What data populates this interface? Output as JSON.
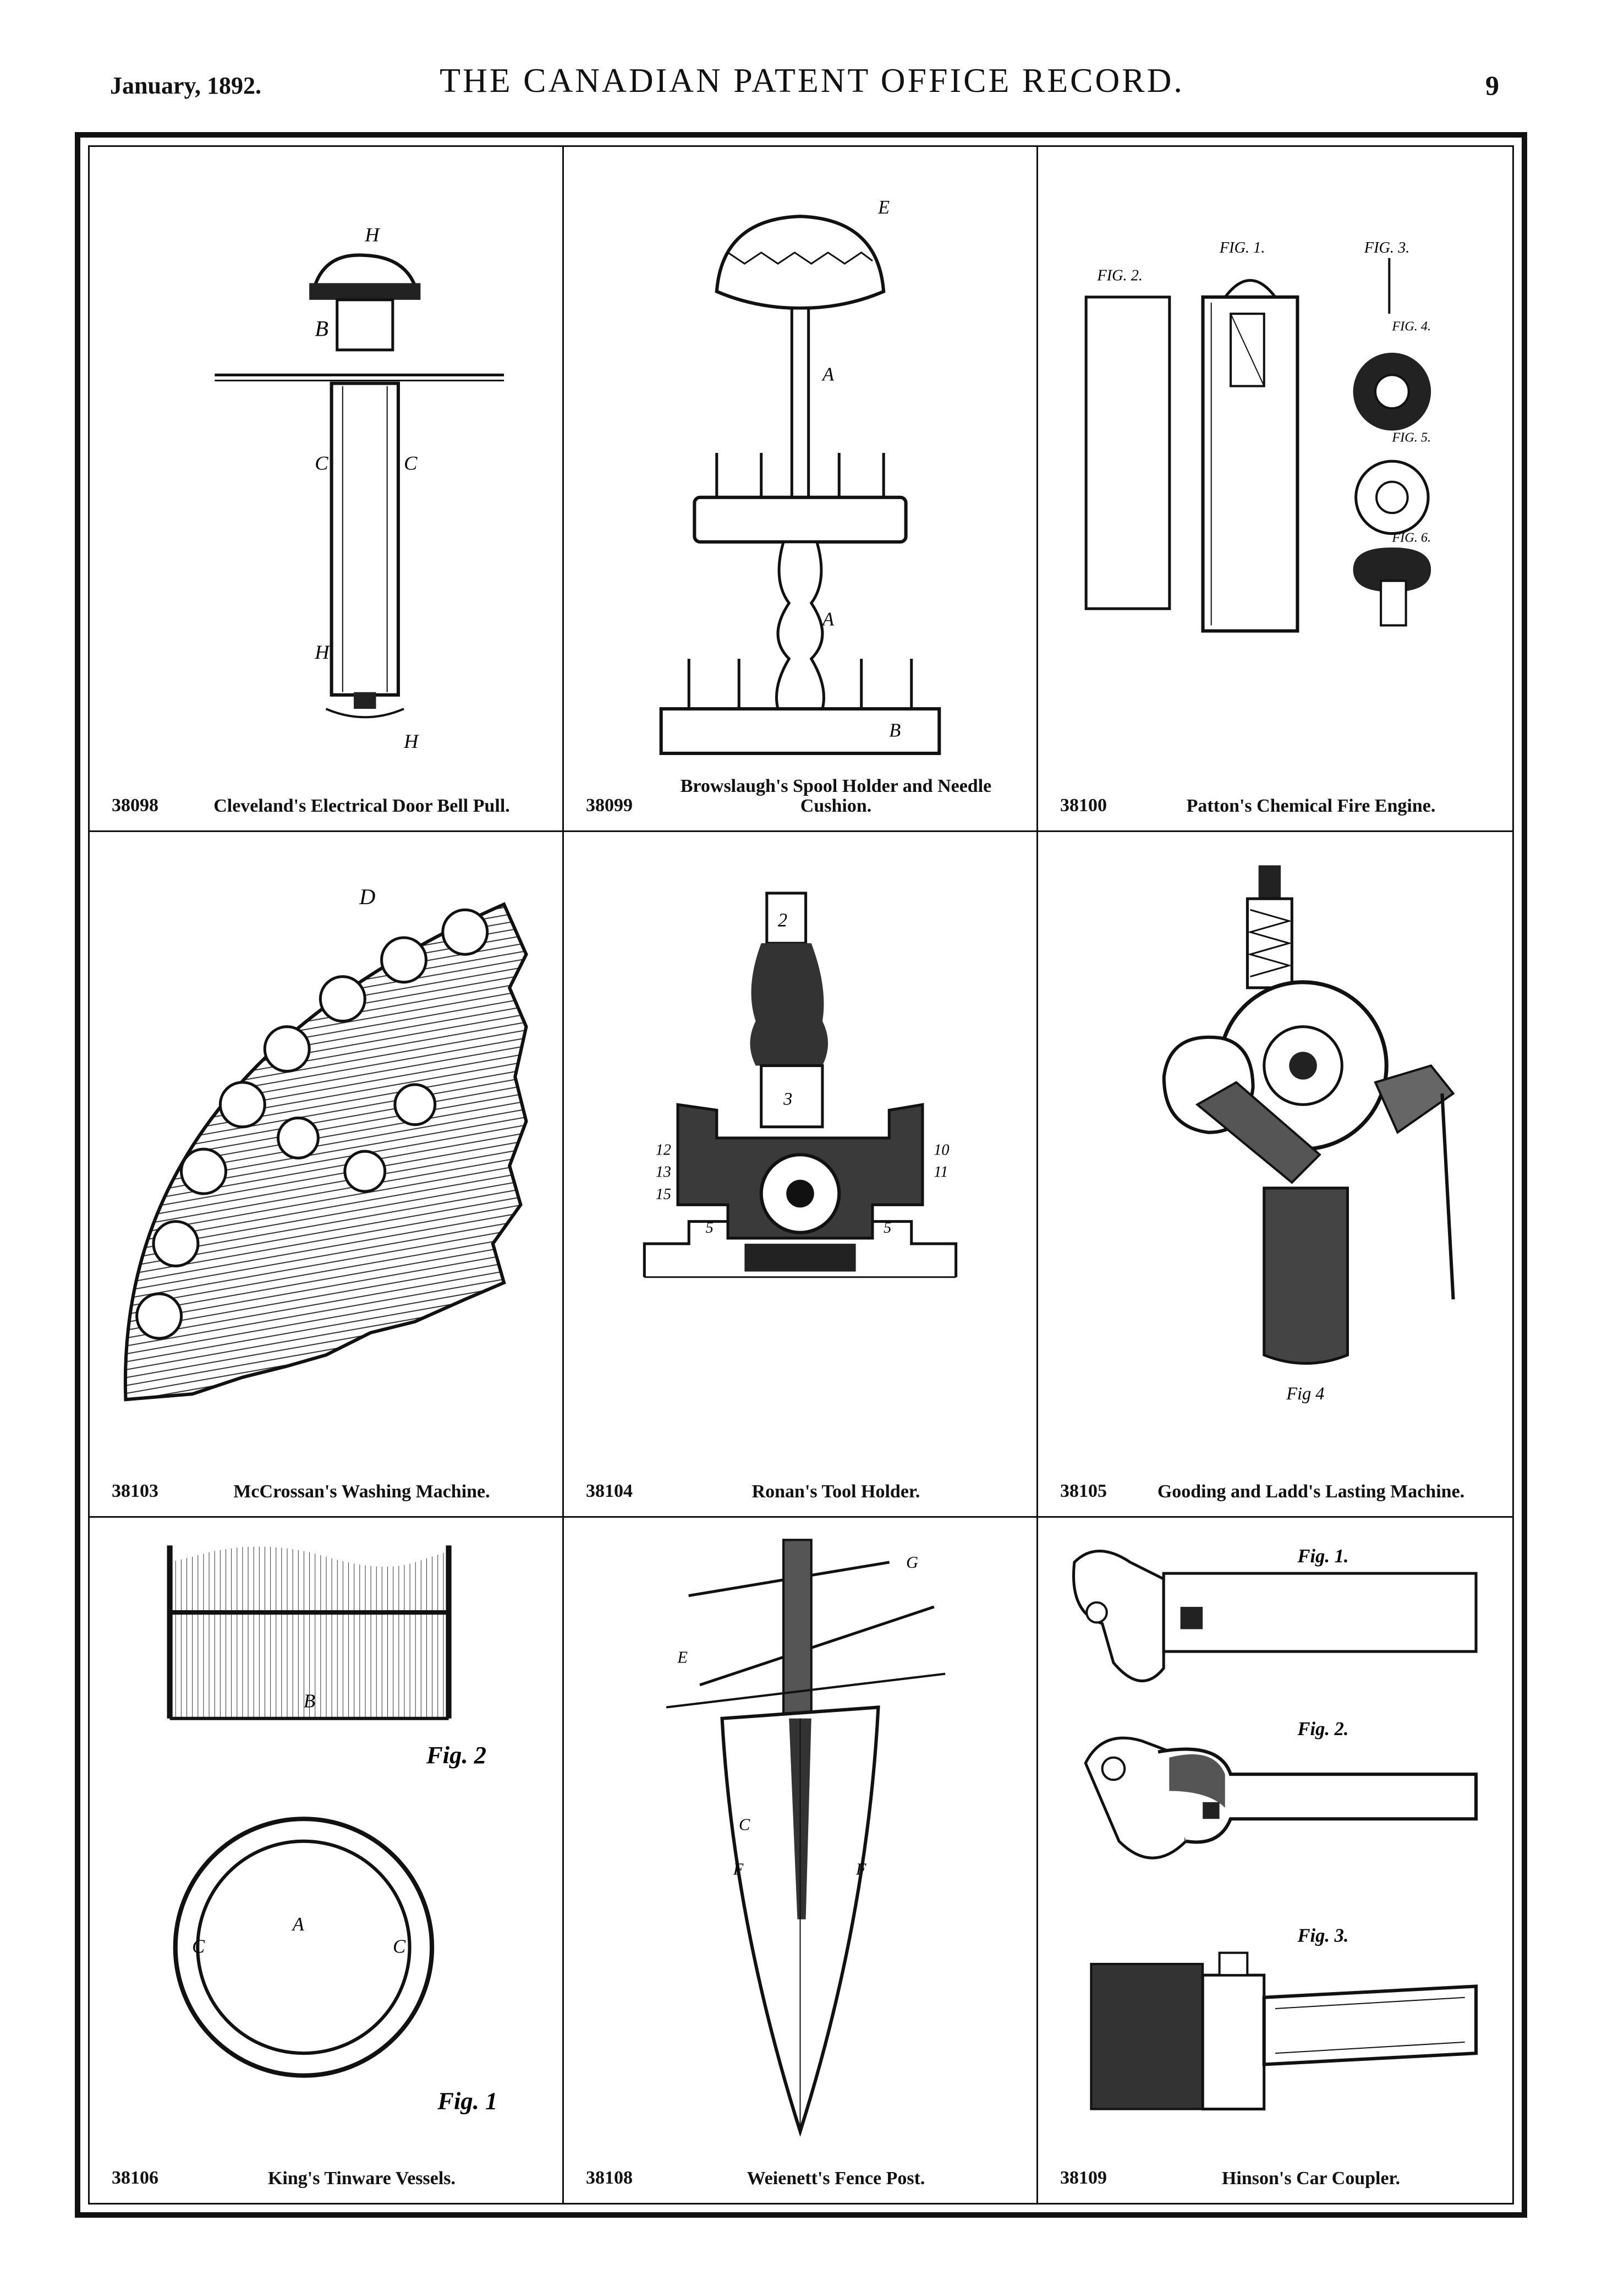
{
  "header": {
    "date": "January, 1892.",
    "title": "THE CANADIAN PATENT OFFICE RECORD.",
    "page": "9"
  },
  "patents": [
    {
      "number": "38098",
      "title": "Cleveland's Electrical Door Bell Pull."
    },
    {
      "number": "38099",
      "title": "Browslaugh's Spool Holder and Needle Cushion."
    },
    {
      "number": "38100",
      "title": "Patton's Chemical Fire Engine."
    },
    {
      "number": "38103",
      "title": "McCrossan's Washing Machine."
    },
    {
      "number": "38104",
      "title": "Ronan's Tool Holder."
    },
    {
      "number": "38105",
      "title": "Gooding and Ladd's Lasting Machine."
    },
    {
      "number": "38106",
      "title": "King's Tinware Vessels."
    },
    {
      "number": "38108",
      "title": "Weienett's Fence Post."
    },
    {
      "number": "38109",
      "title": "Hinson's Car Coupler."
    }
  ],
  "figure_labels": {
    "fire_engine": [
      "FIG. 1.",
      "FIG. 2.",
      "FIG. 3.",
      "FIG. 4.",
      "FIG. 5.",
      "FIG. 6."
    ],
    "lasting": "Fig 4",
    "tinware": [
      "Fig. 2",
      "Fig. 1"
    ],
    "coupler": [
      "Fig. 1.",
      "Fig. 2.",
      "Fig. 3."
    ]
  }
}
